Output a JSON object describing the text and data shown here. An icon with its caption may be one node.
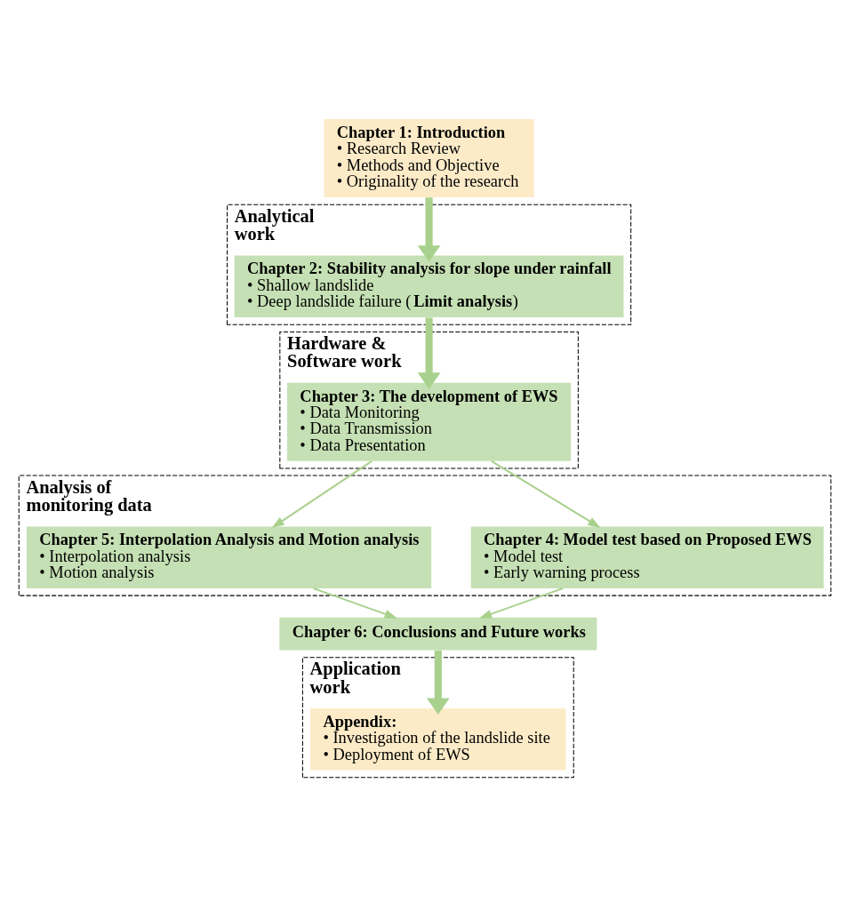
{
  "diagram": {
    "nodes": [
      {
        "text": [
          "Chapter 1: Introduction",
          "• Research Review",
          "• Methods and Objective",
          "• Originality of the research"
        ]
      },
      {
        "text": [
          "Analytical work"
        ]
      },
      {
        "text": [
          "Chapter 2: Stability analysis for slope under rainfall",
          "• Shallow landslide",
          "• Deep landslide failure (**Limit analysis**)"
        ],
        "in": 1
      },
      {
        "text": [
          "Hardware & Software work"
        ]
      },
      {
        "text": [
          "Chapter 3: The development of EWS",
          "• Data Monitoring",
          "• Data Transmission",
          "• Data Presentation"
        ],
        "in": 3
      },
      {
        "text": [
          "Analysis of monitoring data"
        ]
      },
      {
        "text": [
          "Chapter 4: Model test based on Proposed EWS",
          "• Model test",
          "• Early warning process"
        ],
        "in": 5
      },
      {
        "text": [
          "Chapter 5: Interpolation Analysis and Motion analysis",
          "• Interpolation analysis",
          "• Motion analysis"
        ],
        "in": 5
      },
      {
        "text": [
          "Chapter 6: Conclusions and Future works"
        ]
      },
      {
        "text": [
          "Application work"
        ]
      },
      {
        "text": [
          "Appendix:",
          "• Investigation of the landslide site",
          "• Deployment of EWS"
        ],
        "in": 9
      }
    ],
    "edges": [
      {
        "from": 0,
        "to": 2,
        "arrow": "to",
        "style": "thick"
      },
      {
        "from": 2,
        "to": 4,
        "arrow": "to",
        "style": "thick"
      },
      {
        "from": 4,
        "to": 6,
        "arrow": "to"
      },
      {
        "from": 4,
        "to": 7,
        "arrow": "to"
      },
      {
        "from": 6,
        "to": 8,
        "arrow": "to"
      },
      {
        "from": 7,
        "to": 8,
        "arrow": "to"
      },
      {
        "from": 8,
        "to": 10,
        "arrow": "to",
        "style": "thick"
      }
    ]
  }
}
